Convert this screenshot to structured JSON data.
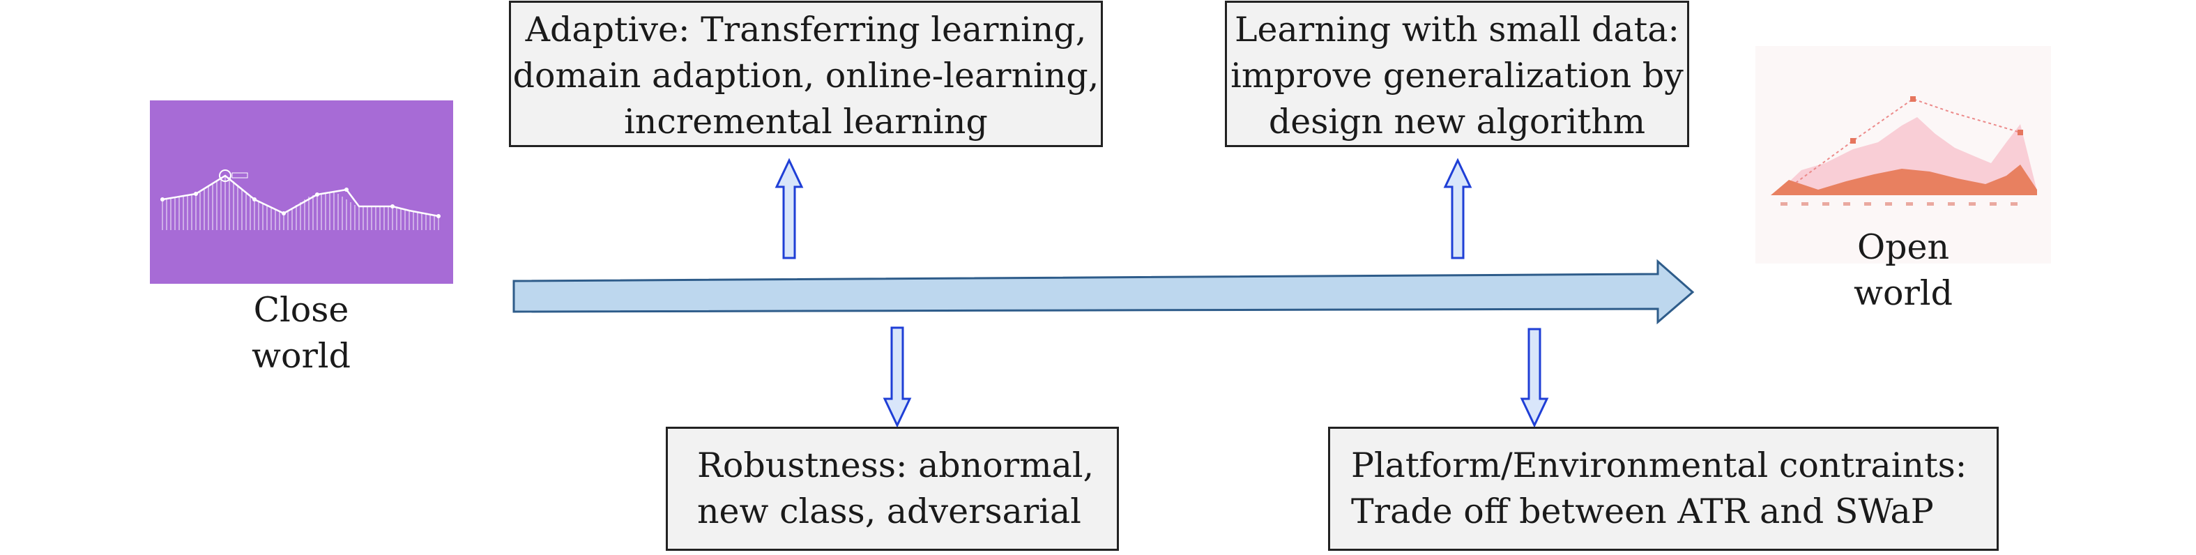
{
  "close_world": {
    "caption_line1": "Close",
    "caption_line2": "world"
  },
  "open_world": {
    "caption_line1": "Open",
    "caption_line2": "world"
  },
  "boxes": {
    "adaptive": {
      "lines": [
        "Adaptive: Transferring learning,",
        "domain adaption, online-learning,",
        "incremental learning"
      ]
    },
    "small_data": {
      "lines": [
        "Learning with small data:",
        "improve generalization by",
        "design new algorithm"
      ]
    },
    "robustness": {
      "lines": [
        "Robustness: abnormal,",
        "new class, adversarial"
      ]
    },
    "platform": {
      "lines": [
        "Platform/Environmental contraints:",
        "Trade off between ATR and SWaP"
      ]
    }
  },
  "colors": {
    "main_arrow_fill": "#bdd7ee",
    "main_arrow_stroke": "#2e5c8a",
    "small_arrow_fill": "#d9e6fa",
    "small_arrow_stroke": "#1f3fd6",
    "box_fill": "#f2f2f2",
    "box_stroke": "#222222",
    "close_world_bg": "#a76bd6",
    "open_world_bg": "#fcf7f7"
  }
}
